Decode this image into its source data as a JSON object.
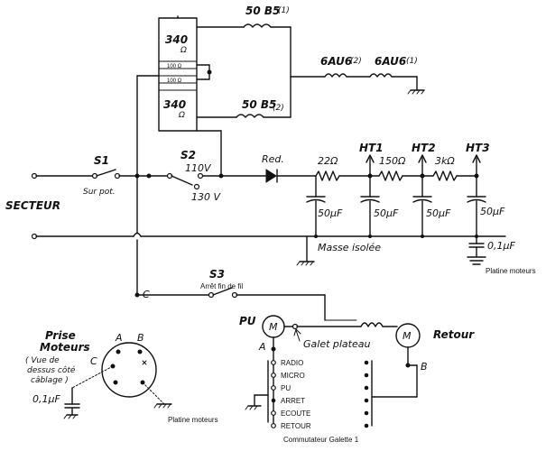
{
  "labels": {
    "tube_50b5_1": "50 B5",
    "tube_50b5_1_num": "(1)",
    "tube_50b5_2": "50 B5",
    "tube_50b5_2_num": "(2)",
    "res_340_top": "340",
    "res_340_top_unit": "Ω",
    "res_100_a": "100 Ω",
    "res_100_b": "100 Ω",
    "res_340_bot": "340",
    "res_340_bot_unit": "Ω",
    "tube_6au6_2": "6AU6",
    "tube_6au6_2_num": "(2)",
    "tube_6au6_1": "6AU6",
    "tube_6au6_1_num": "(1)",
    "s1": "S1",
    "s1_sub": "Sur pot.",
    "s2": "S2",
    "s2_110": "110V",
    "s2_130": "130 V",
    "redr": "Red.",
    "r22": "22Ω",
    "r150": "150Ω",
    "r3k": "3kΩ",
    "ht1": "HT1",
    "ht2": "HT2",
    "ht3": "HT3",
    "secteur": "SECTEUR",
    "cap1": "50μF",
    "cap2": "50μF",
    "cap3": "50μF",
    "cap4": "50μF",
    "masse": "Masse isolée",
    "cap01_right": "0,1μF",
    "platine_right": "Platine moteurs",
    "s3": "S3",
    "s3_sub": "Arrêt fin de fil",
    "c_node": "C",
    "pu": "PU",
    "m_left": "M",
    "a_node": "A",
    "galet": "Galet plateau",
    "m_right": "M",
    "retour": "Retour",
    "b_node": "B",
    "prise_1": "Prise",
    "prise_2": "Moteurs",
    "vue_1": "( Vue de",
    "vue_2": "dessus côté",
    "vue_3": "câblage )",
    "prise_a": "A",
    "prise_b": "B",
    "prise_c": "C",
    "cap01_left": "0,1μF",
    "platine_left": "Platine moteurs",
    "commutateur": "Commutateur Galette 1"
  },
  "commutator_positions": [
    "RADIO",
    "MICRO",
    "PU",
    "ARRET",
    "ECOUTE",
    "RETOUR"
  ]
}
